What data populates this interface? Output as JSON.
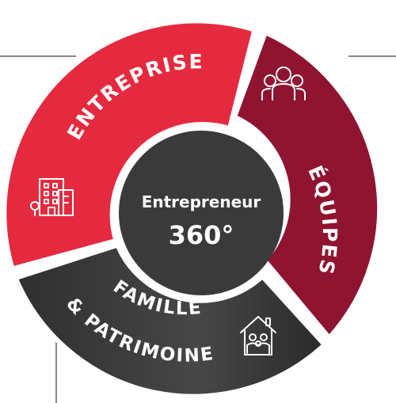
{
  "segments": {
    "entreprise": {
      "label": "ENTREPRISE",
      "color": "#e52a3f"
    },
    "equipes": {
      "label": "ÉQUIPES",
      "color": "#8f1430"
    },
    "famille": {
      "line1": "FAMILLE",
      "line2": "& PATRIMOINE",
      "color": "#3a3a3a"
    }
  },
  "center": {
    "title": "Entrepreneur",
    "subtitle": "360°",
    "color": "#3a3a3a"
  },
  "icons": [
    "building-icon",
    "team-icon",
    "family-home-icon"
  ]
}
